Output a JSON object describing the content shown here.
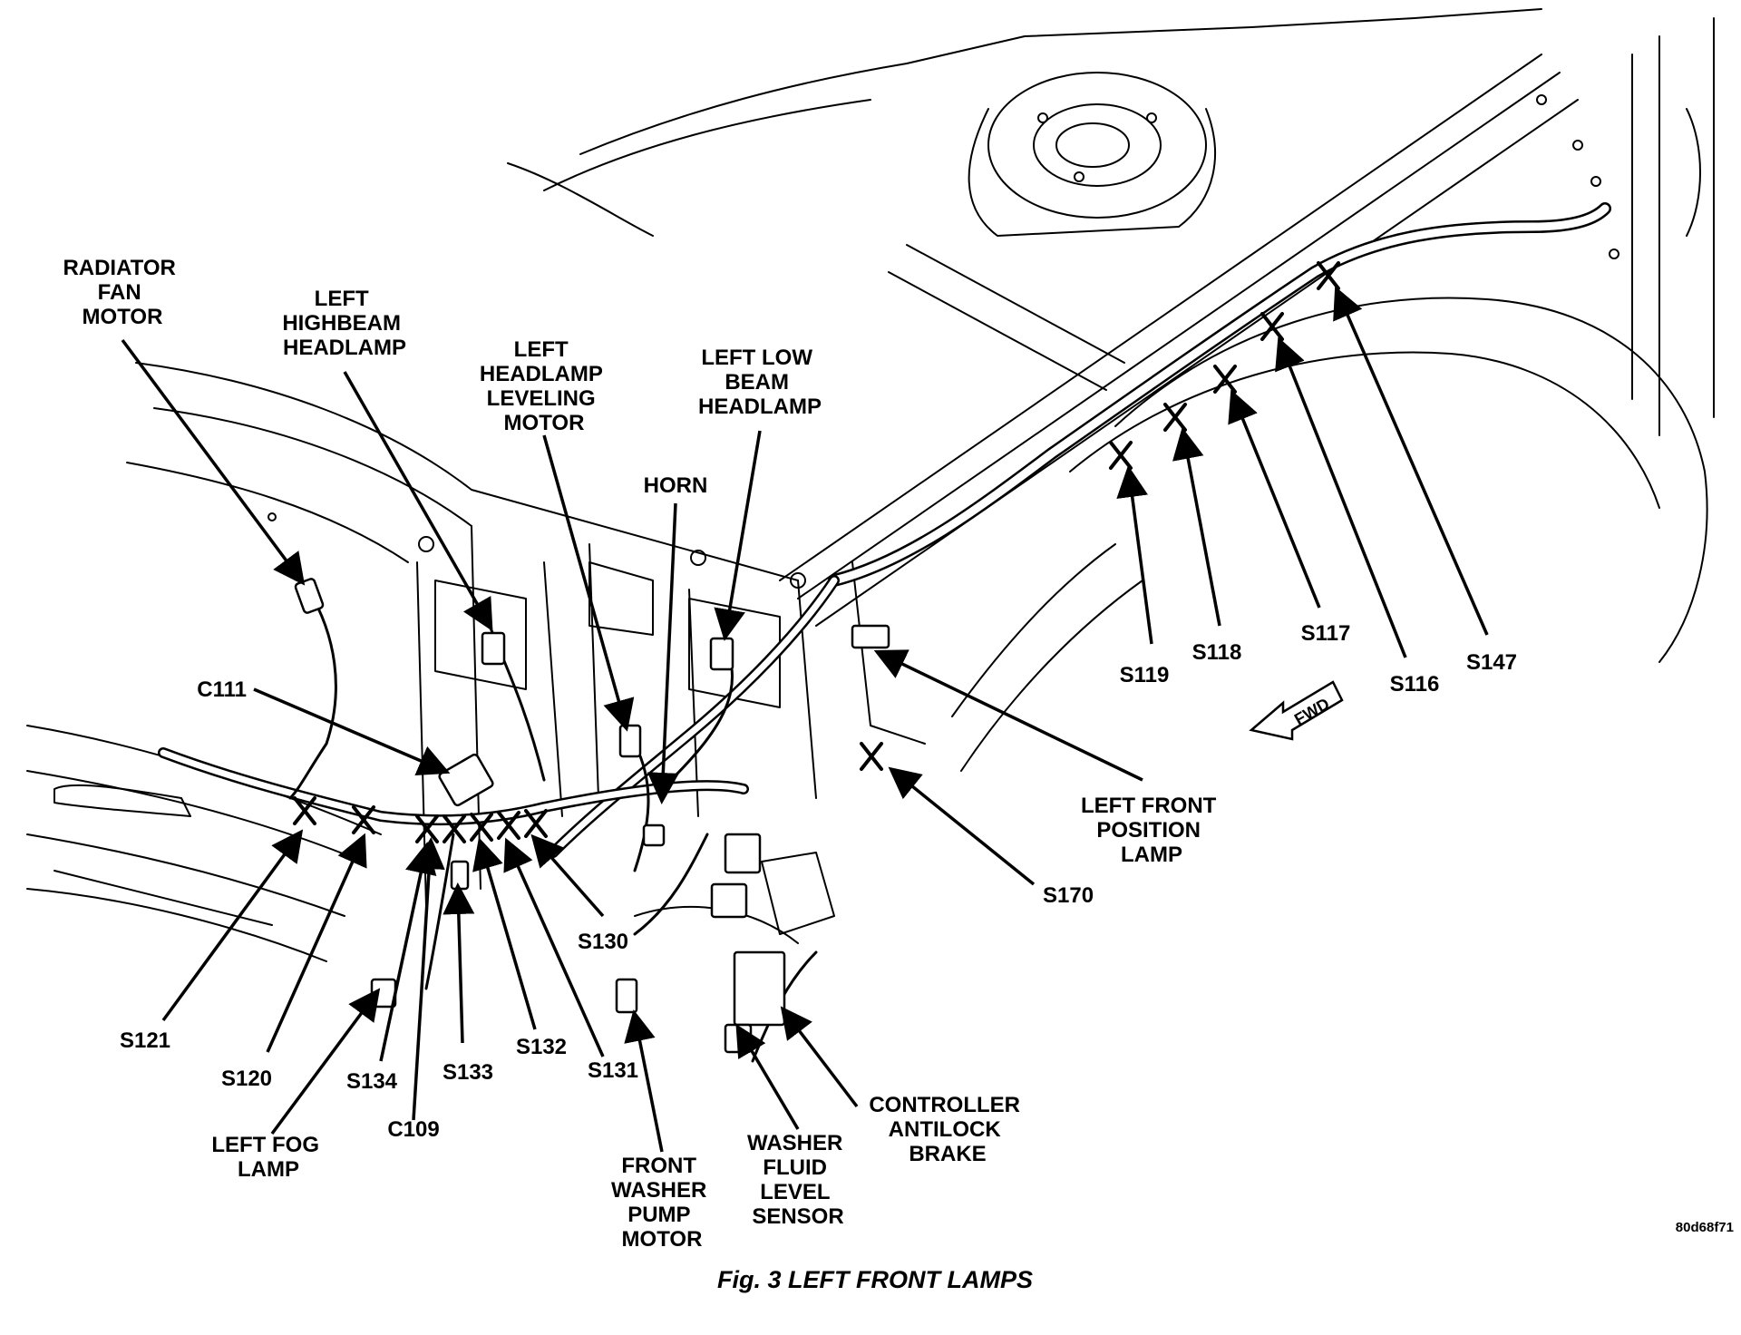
{
  "figure": {
    "caption": "Fig. 3 LEFT FRONT LAMPS",
    "code": "80d68f71",
    "fwd_label": "FWD"
  },
  "labels": {
    "radiator_fan_motor": [
      "RADIATOR",
      "FAN",
      "MOTOR"
    ],
    "left_highbeam_headlamp": [
      "LEFT",
      "HIGHBEAM",
      "HEADLAMP"
    ],
    "left_headlamp_leveling_motor": [
      "LEFT",
      "HEADLAMP",
      "LEVELING",
      "MOTOR"
    ],
    "horn": [
      "HORN"
    ],
    "left_low_beam_headlamp": [
      "LEFT LOW",
      "BEAM",
      "HEADLAMP"
    ],
    "c111": [
      "C111"
    ],
    "left_front_position_lamp": [
      "LEFT FRONT",
      "POSITION",
      "LAMP"
    ],
    "s170": [
      "S170"
    ],
    "s130": [
      "S130"
    ],
    "s121": [
      "S121"
    ],
    "s120": [
      "S120"
    ],
    "s134": [
      "S134"
    ],
    "c109": [
      "C109"
    ],
    "s133": [
      "S133"
    ],
    "s132": [
      "S132"
    ],
    "s131": [
      "S131"
    ],
    "left_fog_lamp": [
      "LEFT FOG",
      "LAMP"
    ],
    "front_washer_pump_motor": [
      "FRONT",
      "WASHER",
      "PUMP",
      "MOTOR"
    ],
    "washer_fluid_level_sensor": [
      "WASHER",
      "FLUID",
      "LEVEL",
      "SENSOR"
    ],
    "controller_antilock_brake": [
      "CONTROLLER",
      "ANTILOCK",
      "BRAKE"
    ],
    "s119": [
      "S119"
    ],
    "s118": [
      "S118"
    ],
    "s117": [
      "S117"
    ],
    "s116": [
      "S116"
    ],
    "s147": [
      "S147"
    ]
  }
}
